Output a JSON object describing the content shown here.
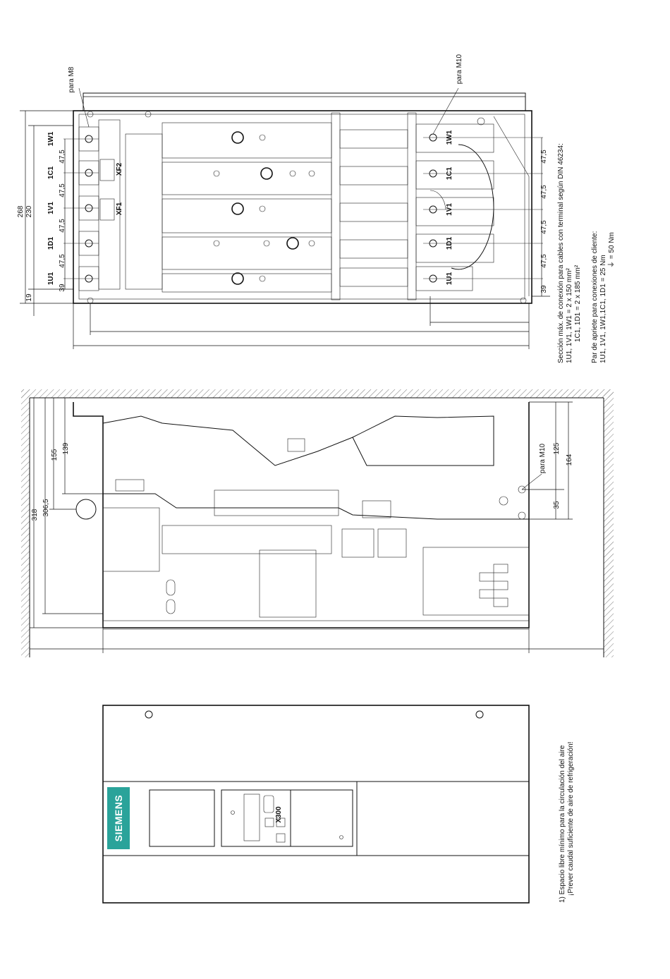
{
  "top_view": {
    "callout_m8": "para M8",
    "callout_m10": "para M10",
    "terminals_left": [
      "1W1",
      "1C1",
      "1V1",
      "1D1",
      "1U1"
    ],
    "terminals_right": [
      "1W1",
      "1C1",
      "1V1",
      "1D1",
      "1U1"
    ],
    "connectors": [
      "XF2",
      "XF1"
    ],
    "dim_268": "268",
    "dim_230": "230",
    "dim_19": "19",
    "dim_39": "39",
    "dim_475": "47,5"
  },
  "side_view": {
    "callout_m10": "para M10",
    "dim_318": "318",
    "dim_3065": "306,5",
    "dim_155": "155",
    "dim_139": "139",
    "dim_125": "125",
    "dim_164": "164",
    "dim_35": "35"
  },
  "front_view": {
    "brand": "SIEMENS",
    "port": "X300"
  },
  "notes_right": {
    "line1": "Sección máx. de conexión para cables con terminal según DIN 46234:",
    "line2": "1U1, 1V1, 1W1 = 2 x 150 mm²",
    "line3": "1C1, 1D1 = 2 x 185 mm²",
    "line4": "Par de apriete para conexiones de cliente:",
    "line5": "1U1, 1V1, 1W1,1C1, 1D1 = 25 Nm",
    "line6": "⏚ = 50 Nm"
  },
  "notes_bottom": {
    "line1": "1) Espacio libre mínimo para la circulación del aire",
    "line2": "¡Prever caudal suficiente de aire de refrigeración!"
  },
  "colors": {
    "line": "#111111",
    "logo_bg": "#2aa39a"
  }
}
